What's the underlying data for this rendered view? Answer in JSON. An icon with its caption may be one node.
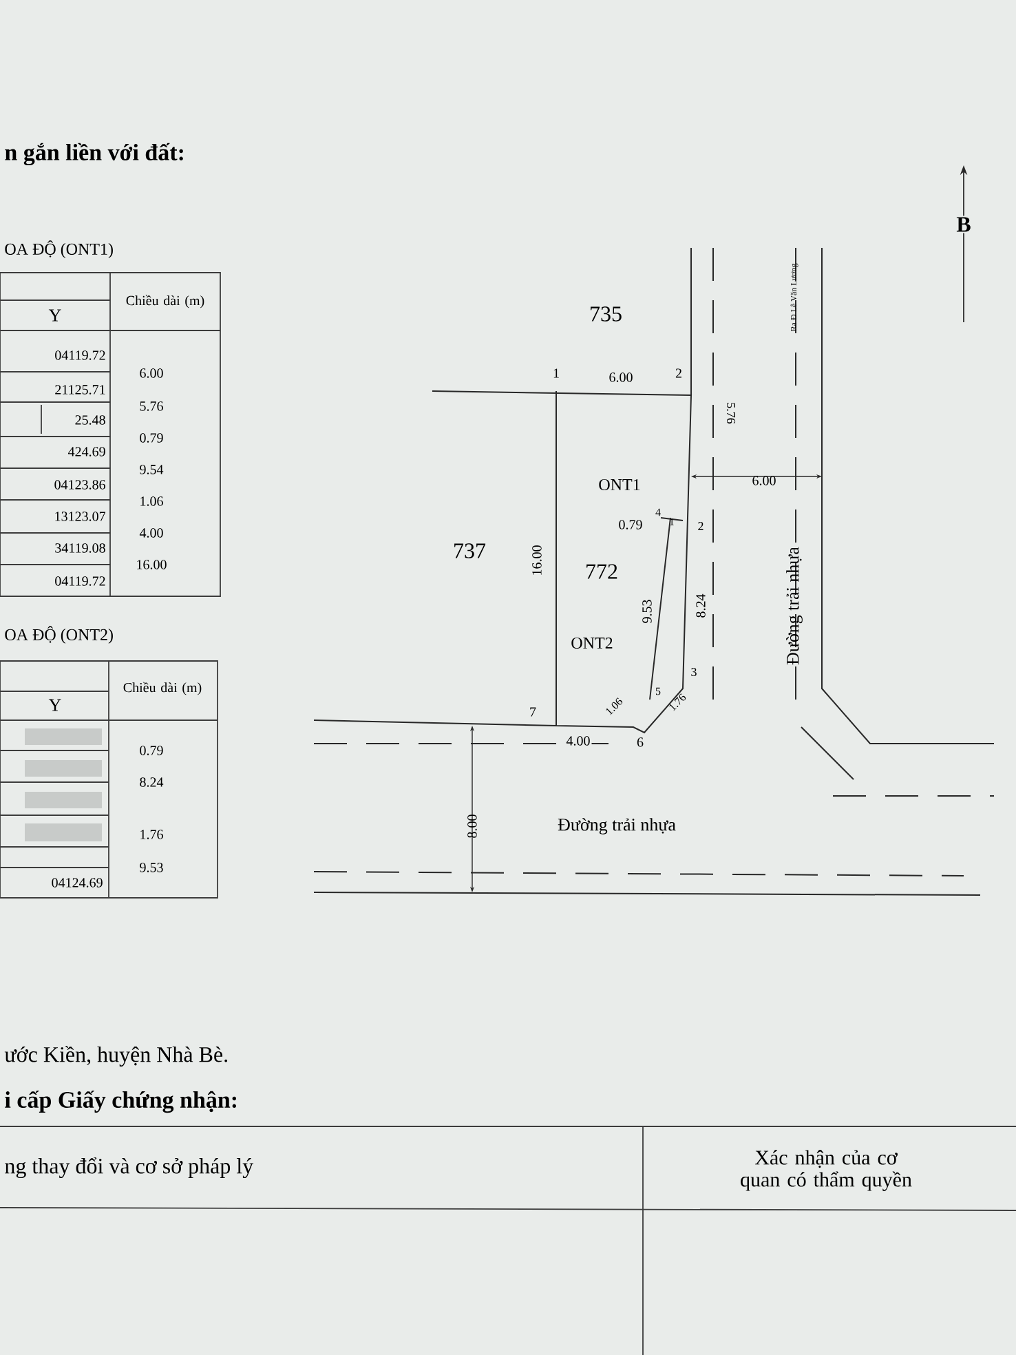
{
  "diagram": {
    "labels": [
      "n gắn liền với đất:",
      "OA ĐỘ (ONT1)",
      "Y",
      "Chiều dài (m)",
      "04119.72",
      "21125.71",
      "25.48",
      "424.69",
      "04123.86",
      "13123.07",
      "34119.08",
      "04119.72",
      "6.00",
      "5.76",
      "0.79",
      "9.54",
      "1.06",
      "4.00",
      "16.00",
      "OA ĐỘ (ONT2)",
      "Y",
      "Chiều dài (m)",
      "04124.69",
      "0.79",
      "8.24",
      "1.76",
      "9.53",
      "B",
      "735",
      "1",
      "6.00",
      "2",
      "Ra Đ Lê Văn Lương",
      "5.76",
      "ONT1",
      "6.00",
      "0.79",
      "4",
      "1",
      "2",
      "737",
      "16.00",
      "772",
      "9.53",
      "8.24",
      "Đường trải nhựa",
      "ONT2",
      "3",
      "1.06",
      "5",
      "1.76",
      "7",
      "4.00",
      "6",
      "8.00",
      "Đường trải nhựa",
      "ước Kiền, huyện Nhà Bè.",
      "i cấp Giấy chứng nhận:",
      "ng thay đổi và cơ sở pháp lý",
      "Xác nhận của cơ quan có thẩm quyền"
    ]
  }
}
